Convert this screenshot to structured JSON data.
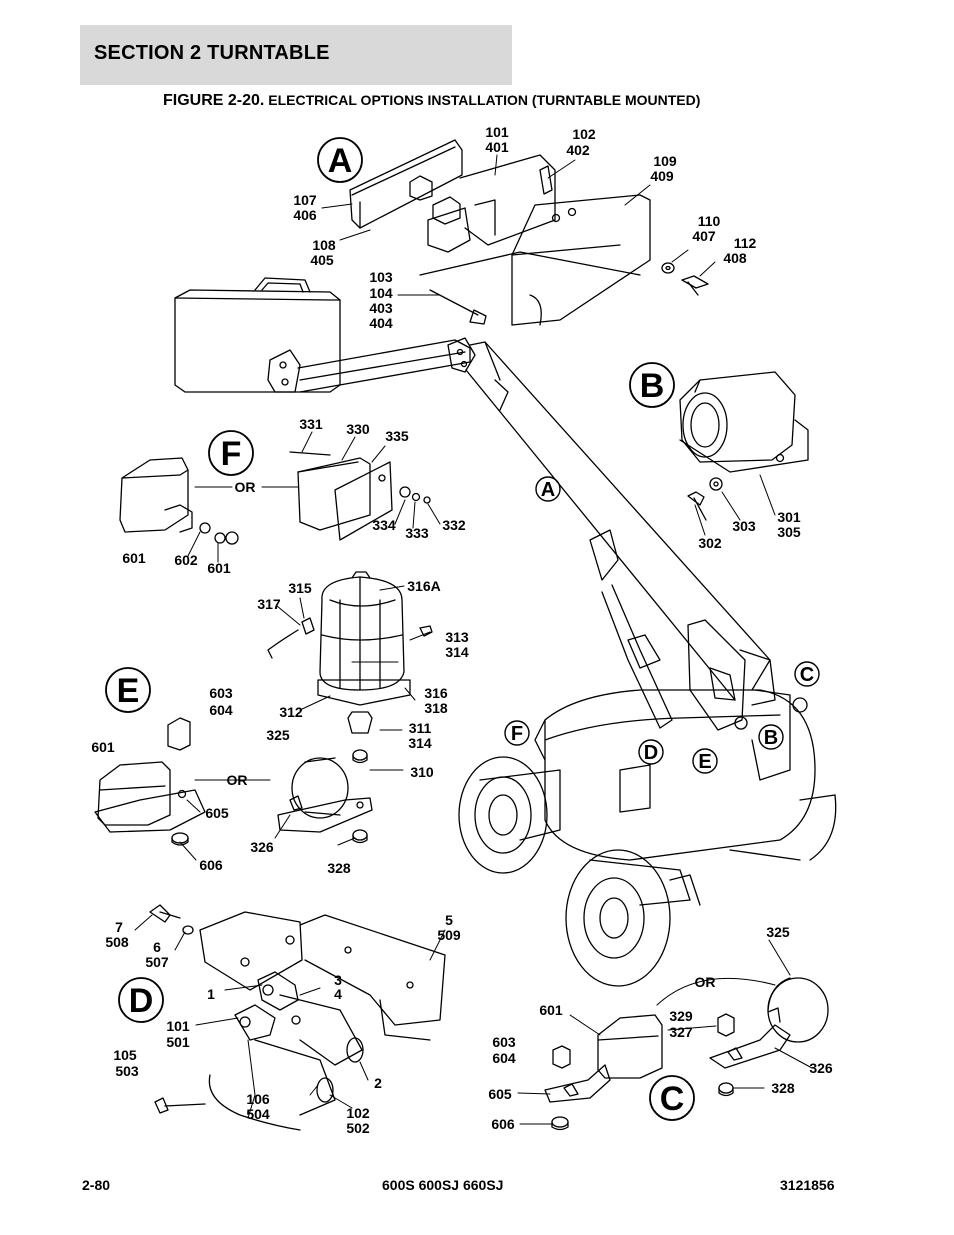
{
  "header": {
    "section_title": "SECTION 2   TURNTABLE",
    "caption_figure": "FIGURE 2-20.",
    "caption_text": "ELECTRICAL OPTIONS INSTALLATION (TURNTABLE MOUNTED)"
  },
  "view_letters": {
    "A": "A",
    "B": "B",
    "C": "C",
    "D": "D",
    "E": "E",
    "F": "F"
  },
  "callouts": {
    "c101_401": [
      "101",
      "401"
    ],
    "c102_402": [
      "102",
      "402"
    ],
    "c109_409": [
      "109",
      "409"
    ],
    "c107_406": [
      "107",
      "406"
    ],
    "c108_405": [
      "108",
      "405"
    ],
    "c110_407": [
      "110",
      "407"
    ],
    "c112_408": [
      "112",
      "408"
    ],
    "c103_404": [
      "103",
      "104",
      "403",
      "404"
    ],
    "c331": "331",
    "c330": "330",
    "c335": "335",
    "or_f": "OR",
    "c601_f": "601",
    "c602": "602",
    "c601_f2": "601",
    "c334": "334",
    "c333": "333",
    "c332": "332",
    "c302": "302",
    "c303": "303",
    "c301_305": [
      "301",
      "305"
    ],
    "c315": "315",
    "c316A": "316A",
    "c317": "317",
    "c313_314": [
      "313",
      "314"
    ],
    "c312": "312",
    "c316_318": [
      "316",
      "318"
    ],
    "c311_314": [
      "311",
      "314"
    ],
    "c603_604_e": [
      "603",
      "604"
    ],
    "c601_e": "601",
    "c325_e": "325",
    "or_e": "OR",
    "c605_e": "605",
    "c310": "310",
    "c606_e": "606",
    "c326_e": "326",
    "c328_e": "328",
    "c7_508": [
      "7",
      "508"
    ],
    "c6_507": [
      "6",
      "507"
    ],
    "c5_509": [
      "5",
      "509"
    ],
    "c1": "1",
    "c3_4": [
      "3",
      "4"
    ],
    "c101_501": [
      "101",
      "501"
    ],
    "c105_503": [
      "105",
      "503"
    ],
    "c2": "2",
    "c106_504": [
      "106",
      "504"
    ],
    "c102_502": [
      "102",
      "502"
    ],
    "c325_c": "325",
    "or_c": "OR",
    "c601_c": "601",
    "c329_327": [
      "329",
      "327"
    ],
    "c603_604_c": [
      "603",
      "604"
    ],
    "c326_c": "326",
    "c605_c": "605",
    "c328_c": "328",
    "c606_c": "606"
  },
  "footer": {
    "page": "2-80",
    "models": "600S 600SJ 660SJ",
    "doc_number": "3121856"
  }
}
